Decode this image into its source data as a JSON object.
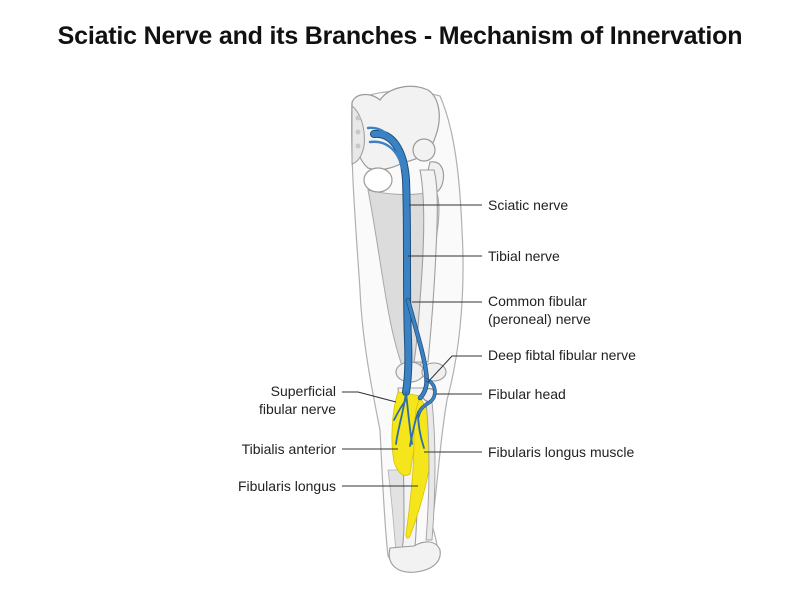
{
  "title": "Sciatic Nerve and its Branches - Mechanism of Innervation",
  "colors": {
    "nerve": "#3b82c4",
    "nerve_outline": "#1f4f7a",
    "muscle": "#f5e51b",
    "bone": "#f4f4f4",
    "bone_outline": "#9a9a9a",
    "soft_tissue": "#d4d4d4",
    "leader_line": "#333333"
  },
  "labels": {
    "sciatic_nerve": "Sciatic nerve",
    "tibial_nerve": "Tibial nerve",
    "common_fibular_line1": "Common fibular",
    "common_fibular_line2": "(peroneal) nerve",
    "deep_fibular": "Deep fibtal fibular nerve",
    "fibular_head": "Fibular head",
    "fibularis_longus_muscle": "Fibularis longus muscle",
    "superficial_line1": "Superficial",
    "superficial_line2": "fibular nerve",
    "tibialis_anterior": "Tibialis anterior",
    "fibularis_longus": "Fibularis longus"
  }
}
